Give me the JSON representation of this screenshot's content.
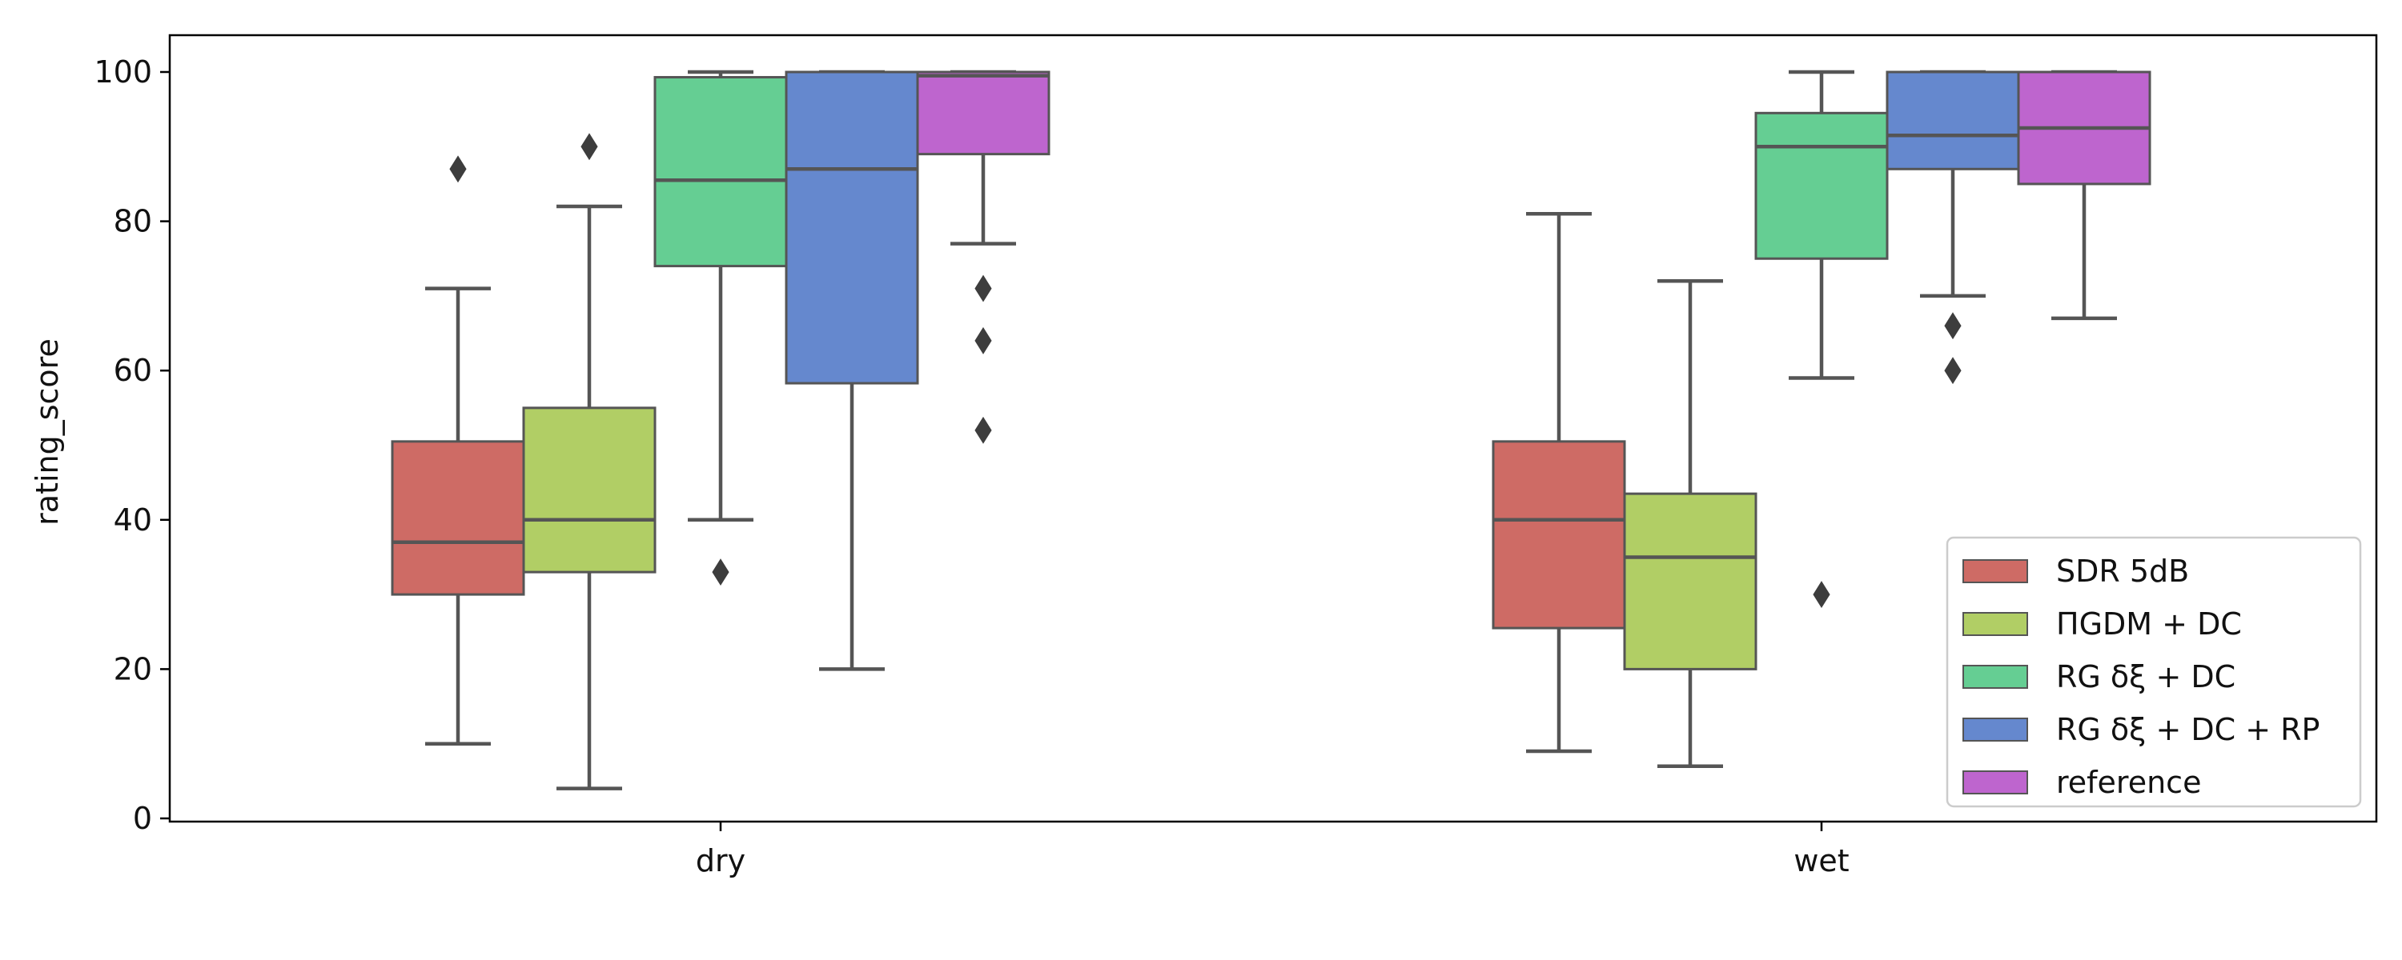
{
  "chart_data": {
    "type": "box",
    "ylabel": "rating_score",
    "xlabel": "",
    "ylim": [
      0,
      105
    ],
    "yticks": [
      0,
      20,
      40,
      60,
      80,
      100
    ],
    "categories": [
      "dry",
      "wet"
    ],
    "legend": {
      "position": "bottom-right"
    },
    "series": [
      {
        "name": "SDR 5dB",
        "color": "#ce6b65",
        "boxes": [
          {
            "whislo": 10,
            "q1": 30,
            "median": 37,
            "q3": 50.5,
            "whishi": 71,
            "fliers": [
              87
            ]
          },
          {
            "whislo": 9,
            "q1": 25.5,
            "median": 40,
            "q3": 50.5,
            "whishi": 81,
            "fliers": []
          }
        ]
      },
      {
        "name": "ΠGDM + DC",
        "color": "#b1ce65",
        "boxes": [
          {
            "whislo": 4,
            "q1": 33,
            "median": 40,
            "q3": 55,
            "whishi": 82,
            "fliers": [
              90
            ]
          },
          {
            "whislo": 7,
            "q1": 20,
            "median": 35,
            "q3": 43.5,
            "whishi": 72,
            "fliers": []
          }
        ]
      },
      {
        "name": "RG δξ + DC",
        "color": "#65ce93",
        "boxes": [
          {
            "whislo": 40,
            "q1": 74,
            "median": 85.5,
            "q3": 99.3,
            "whishi": 100,
            "fliers": [
              33
            ]
          },
          {
            "whislo": 59,
            "q1": 75,
            "median": 90,
            "q3": 94.5,
            "whishi": 100,
            "fliers": [
              30
            ]
          }
        ]
      },
      {
        "name": "RG δξ + DC + RP",
        "color": "#6588ce",
        "boxes": [
          {
            "whislo": 20,
            "q1": 58.3,
            "median": 87,
            "q3": 100,
            "whishi": 100,
            "fliers": []
          },
          {
            "whislo": 70,
            "q1": 87,
            "median": 91.5,
            "q3": 100,
            "whishi": 100,
            "fliers": [
              66,
              60
            ]
          }
        ]
      },
      {
        "name": "reference",
        "color": "#be65ce",
        "boxes": [
          {
            "whislo": 77,
            "q1": 89,
            "median": 99.5,
            "q3": 100,
            "whishi": 100,
            "fliers": [
              71,
              64,
              52
            ]
          },
          {
            "whislo": 67,
            "q1": 85,
            "median": 92.5,
            "q3": 100,
            "whishi": 100,
            "fliers": []
          }
        ]
      }
    ]
  }
}
